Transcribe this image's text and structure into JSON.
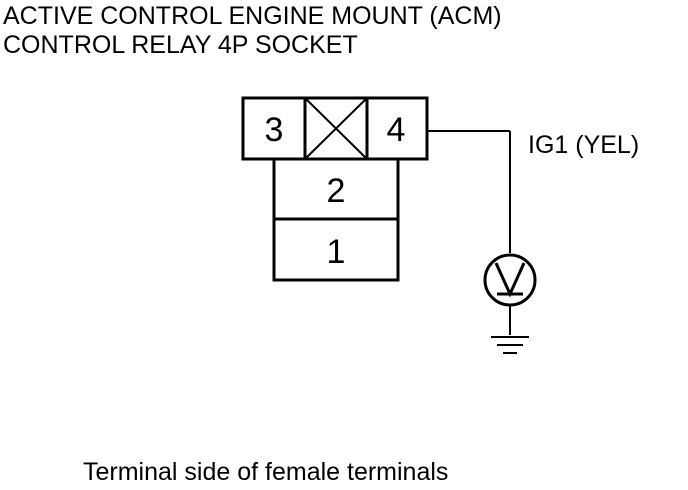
{
  "title": {
    "line1": "ACTIVE CONTROL ENGINE MOUNT (ACM)",
    "line2": "CONTROL RELAY 4P SOCKET"
  },
  "connector": {
    "terminals": {
      "t3": "3",
      "t4": "4",
      "t2": "2",
      "t1": "1"
    }
  },
  "wire": {
    "label": "IG1 (YEL)"
  },
  "meter": {
    "symbol": "V",
    "icon": "voltmeter-icon"
  },
  "ground": {
    "icon": "ground-icon"
  },
  "caption": "Terminal side of female terminals"
}
